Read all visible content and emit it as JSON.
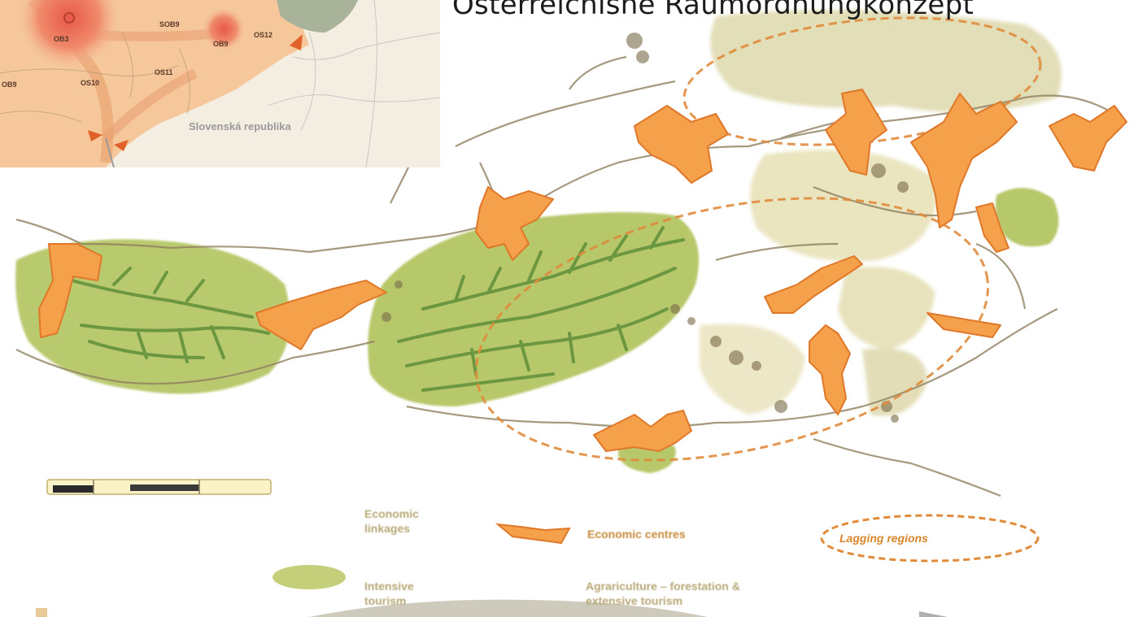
{
  "title": "Österreichishe Raumordnungkonzept",
  "inset": {
    "country_label": "Slovenská republika",
    "region_codes": [
      "OB3",
      "SOB9",
      "OB9",
      "OS12",
      "OS11",
      "OS10",
      "OB9"
    ]
  },
  "legend": {
    "economic_linkages_line1": "Economic",
    "economic_linkages_line2": "linkages",
    "economic_centres": "Economic centres",
    "lagging_regions": "Lagging regions",
    "intensive_tourism_line1": "Intensive",
    "intensive_tourism_line2": "tourism",
    "agriculture_line1": "Agrariculture – forestation &",
    "agriculture_line2": "extensive tourism"
  },
  "colors": {
    "economic_centre_fill": "#f5a04a",
    "economic_centre_stroke": "#e0782a",
    "tourism_green": "#b7c86a",
    "forest_dark_green": "#5f8f3a",
    "agriculture_khaki": "#c9c48a",
    "linkage_brown": "#8f8060",
    "lagging_dashed": "#e08a3a"
  }
}
